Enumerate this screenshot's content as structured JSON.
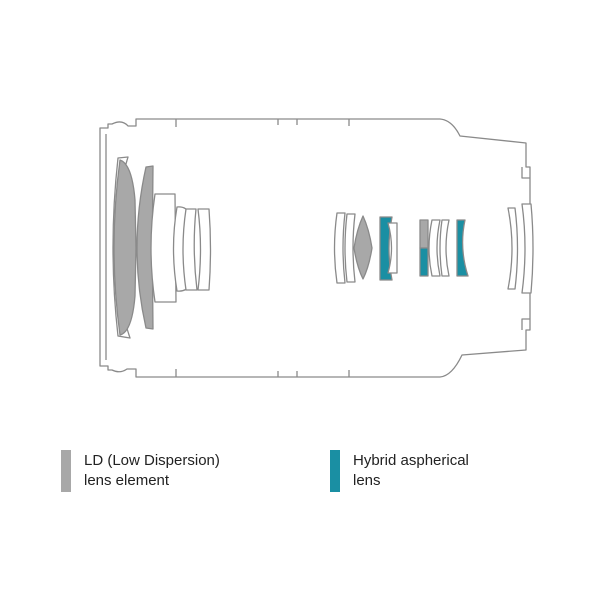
{
  "colors": {
    "outline": "#8a8a8a",
    "ld_fill": "#a8a8a8",
    "hybrid_fill": "#1a8fa3",
    "text": "#222222"
  },
  "legend": {
    "ld": {
      "line1": "LD (Low Dispersion)",
      "line2": "lens element",
      "color": "#a8a8a8"
    },
    "hybrid": {
      "line1": "Hybrid aspherical",
      "line2": "lens",
      "color": "#1a8fa3"
    }
  },
  "elements": [
    {
      "group": "front",
      "type": "plain"
    },
    {
      "group": "front",
      "type": "ld"
    },
    {
      "group": "front",
      "type": "ld"
    },
    {
      "group": "front",
      "type": "plain"
    },
    {
      "group": "front",
      "type": "plain"
    },
    {
      "group": "front",
      "type": "plain"
    },
    {
      "group": "middle",
      "type": "plain"
    },
    {
      "group": "middle",
      "type": "plain"
    },
    {
      "group": "middle",
      "type": "ld"
    },
    {
      "group": "middle",
      "type": "hybrid"
    },
    {
      "group": "middle",
      "type": "plain"
    },
    {
      "group": "middle",
      "type": "ld"
    },
    {
      "group": "middle",
      "type": "hybrid"
    },
    {
      "group": "middle",
      "type": "plain"
    },
    {
      "group": "middle",
      "type": "plain"
    },
    {
      "group": "middle",
      "type": "hybrid"
    },
    {
      "group": "rear",
      "type": "plain"
    },
    {
      "group": "rear",
      "type": "plain"
    }
  ]
}
